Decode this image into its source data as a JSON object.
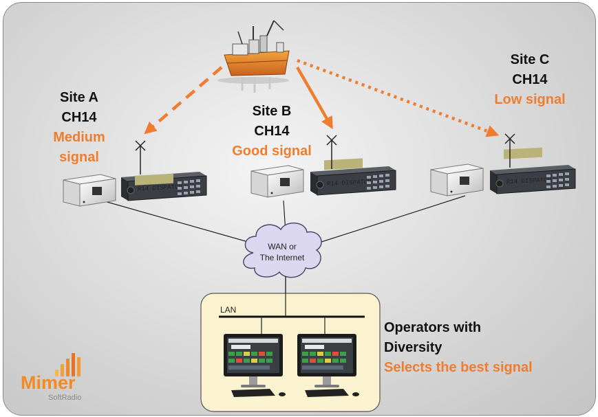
{
  "colors": {
    "accent": "#ef7d2f",
    "text": "#111111",
    "cloud": "#dcd7f0",
    "lan_box": "#fbf3cf"
  },
  "sites": [
    {
      "name": "Site A",
      "channel": "CH14",
      "signal_line1": "Medium",
      "signal_line2": "signal",
      "link_style": "dashed"
    },
    {
      "name": "Site B",
      "channel": "CH14",
      "signal": "Good signal",
      "link_style": "solid"
    },
    {
      "name": "Site C",
      "channel": "CH14",
      "signal": "Low signal",
      "link_style": "dotted"
    }
  ],
  "radio_display_text": "R14 DISPATCH",
  "cloud": {
    "line1": "WAN or",
    "line2": "The Internet"
  },
  "lan": {
    "label": "LAN"
  },
  "operators": {
    "line1": "Operators with",
    "line2": "Diversity",
    "line3": "Selects the best signal"
  },
  "logo": {
    "name": "Mimer",
    "sub": "SoftRadio"
  },
  "icons": [
    "ship-icon",
    "antenna-icon",
    "gateway-box-icon",
    "radio-unit-icon",
    "cloud-icon",
    "monitor-icon",
    "keyboard-icon",
    "mouse-icon",
    "signal-bars-logo"
  ]
}
